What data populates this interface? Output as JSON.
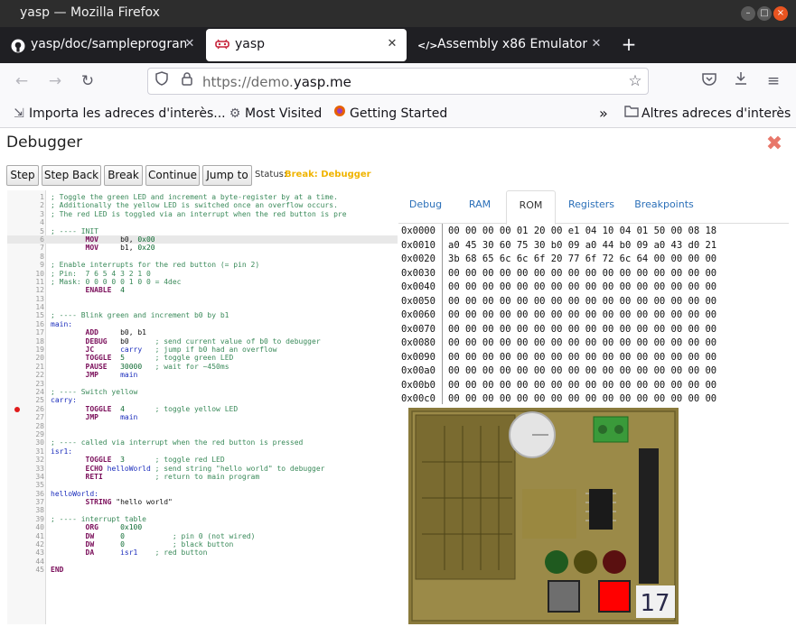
{
  "window": {
    "title": "yasp — Mozilla Firefox",
    "controls": [
      "–",
      "□",
      "×"
    ]
  },
  "tabs": [
    {
      "favicon": "github-icon",
      "label": "yasp/doc/sampleprograms",
      "active": false
    },
    {
      "favicon": "yasp-icon",
      "label": "yasp",
      "active": true
    },
    {
      "favicon": "code-icon",
      "label": "Assembly x86 Emulator",
      "active": false
    }
  ],
  "new_tab": "+",
  "url": {
    "prefix": "https://demo.",
    "domain": "yasp.me"
  },
  "bookmarks": [
    {
      "icon": "import-icon",
      "label": "Importa les adreces d'interès..."
    },
    {
      "icon": "gear-icon",
      "label": "Most Visited"
    },
    {
      "icon": "firefox-icon",
      "label": "Getting Started"
    }
  ],
  "bookmarks_right": {
    "overflow": "»",
    "folder": "Altres adreces d'interès"
  },
  "debugger": {
    "title": "Debugger",
    "buttons": [
      "Step",
      "Step Back",
      "Break",
      "Continue",
      "Jump to"
    ],
    "status_label": "Status:",
    "status_value": "Break: Debugger",
    "status_color": "#f0b400"
  },
  "code": {
    "highlight_line": 6,
    "breakpoint_lines": [
      26
    ],
    "lines": [
      [
        [
          "comment",
          "; Toggle the green LED and increment a byte-register by at a time."
        ]
      ],
      [
        [
          "comment",
          "; Additionally the yellow LED is switched once an overflow occurs."
        ]
      ],
      [
        [
          "comment",
          "; The red LED is toggled via an interrupt when the red button is pre"
        ]
      ],
      [],
      [
        [
          "comment",
          "; ---- INIT"
        ]
      ],
      [
        [
          "plain",
          "        "
        ],
        [
          "keyword",
          "MOV"
        ],
        [
          "plain",
          "     b0, "
        ],
        [
          "num",
          "0x00"
        ]
      ],
      [
        [
          "plain",
          "        "
        ],
        [
          "keyword",
          "MOV"
        ],
        [
          "plain",
          "     b1, "
        ],
        [
          "num",
          "0x20"
        ]
      ],
      [],
      [
        [
          "comment",
          "; Enable interrupts for the red button (= pin 2)"
        ]
      ],
      [
        [
          "comment",
          "; Pin:  7 6 5 4 3 2 1 0"
        ]
      ],
      [
        [
          "comment",
          "; Mask: 0 0 0 0 0 1 0 0 = 4dec"
        ]
      ],
      [
        [
          "plain",
          "        "
        ],
        [
          "keyword",
          "ENABLE"
        ],
        [
          "plain",
          "  "
        ],
        [
          "num",
          "4"
        ]
      ],
      [],
      [],
      [
        [
          "comment",
          "; ---- Blink green and increment b0 by b1"
        ]
      ],
      [
        [
          "label",
          "main:"
        ]
      ],
      [
        [
          "plain",
          "        "
        ],
        [
          "keyword",
          "ADD"
        ],
        [
          "plain",
          "     b0, b1"
        ]
      ],
      [
        [
          "plain",
          "        "
        ],
        [
          "keyword",
          "DEBUG"
        ],
        [
          "plain",
          "   b0      "
        ],
        [
          "comment",
          "; send current value of b0 to debugger"
        ]
      ],
      [
        [
          "plain",
          "        "
        ],
        [
          "keyword",
          "JC"
        ],
        [
          "plain",
          "      "
        ],
        [
          "label",
          "carry"
        ],
        [
          "plain",
          "   "
        ],
        [
          "comment",
          "; jump if b0 had an overflow"
        ]
      ],
      [
        [
          "plain",
          "        "
        ],
        [
          "keyword",
          "TOGGLE"
        ],
        [
          "plain",
          "  "
        ],
        [
          "num",
          "5"
        ],
        [
          "plain",
          "       "
        ],
        [
          "comment",
          "; toggle green LED"
        ]
      ],
      [
        [
          "plain",
          "        "
        ],
        [
          "keyword",
          "PAUSE"
        ],
        [
          "plain",
          "   "
        ],
        [
          "num",
          "30000"
        ],
        [
          "plain",
          "   "
        ],
        [
          "comment",
          "; wait for ~450ms"
        ]
      ],
      [
        [
          "plain",
          "        "
        ],
        [
          "keyword",
          "JMP"
        ],
        [
          "plain",
          "     "
        ],
        [
          "label",
          "main"
        ]
      ],
      [],
      [
        [
          "comment",
          "; ---- Switch yellow"
        ]
      ],
      [
        [
          "label",
          "carry:"
        ]
      ],
      [
        [
          "plain",
          "        "
        ],
        [
          "keyword",
          "TOGGLE"
        ],
        [
          "plain",
          "  "
        ],
        [
          "num",
          "4"
        ],
        [
          "plain",
          "       "
        ],
        [
          "comment",
          "; toggle yellow LED"
        ]
      ],
      [
        [
          "plain",
          "        "
        ],
        [
          "keyword",
          "JMP"
        ],
        [
          "plain",
          "     "
        ],
        [
          "label",
          "main"
        ]
      ],
      [],
      [],
      [
        [
          "comment",
          "; ---- called via interrupt when the red button is pressed"
        ]
      ],
      [
        [
          "label",
          "isr1:"
        ]
      ],
      [
        [
          "plain",
          "        "
        ],
        [
          "keyword",
          "TOGGLE"
        ],
        [
          "plain",
          "  "
        ],
        [
          "num",
          "3"
        ],
        [
          "plain",
          "       "
        ],
        [
          "comment",
          "; toggle red LED"
        ]
      ],
      [
        [
          "plain",
          "        "
        ],
        [
          "keyword",
          "ECHO"
        ],
        [
          "plain",
          " "
        ],
        [
          "label",
          "helloWorld"
        ],
        [
          "plain",
          " "
        ],
        [
          "comment",
          "; send string \"hello world\" to debugger"
        ]
      ],
      [
        [
          "plain",
          "        "
        ],
        [
          "keyword",
          "RETI"
        ],
        [
          "plain",
          "            "
        ],
        [
          "comment",
          "; return to main program"
        ]
      ],
      [],
      [
        [
          "label",
          "helloWorld:"
        ]
      ],
      [
        [
          "plain",
          "        "
        ],
        [
          "keyword",
          "STRING"
        ],
        [
          "plain",
          " \"hello world\""
        ]
      ],
      [],
      [
        [
          "comment",
          "; ---- interrupt table"
        ]
      ],
      [
        [
          "plain",
          "        "
        ],
        [
          "keyword",
          "ORG"
        ],
        [
          "plain",
          "     "
        ],
        [
          "num",
          "0x100"
        ]
      ],
      [
        [
          "plain",
          "        "
        ],
        [
          "keyword",
          "DW"
        ],
        [
          "plain",
          "      "
        ],
        [
          "num",
          "0"
        ],
        [
          "plain",
          "           "
        ],
        [
          "comment",
          "; pin 0 (not wired)"
        ]
      ],
      [
        [
          "plain",
          "        "
        ],
        [
          "keyword",
          "DW"
        ],
        [
          "plain",
          "      "
        ],
        [
          "num",
          "0"
        ],
        [
          "plain",
          "           "
        ],
        [
          "comment",
          "; black button"
        ]
      ],
      [
        [
          "plain",
          "        "
        ],
        [
          "keyword",
          "DA"
        ],
        [
          "plain",
          "      "
        ],
        [
          "label",
          "isr1"
        ],
        [
          "plain",
          "    "
        ],
        [
          "comment",
          "; red button"
        ]
      ],
      [],
      [
        [
          "keyword",
          "END"
        ]
      ]
    ]
  },
  "right_tabs": [
    {
      "label": "Debug",
      "active": false
    },
    {
      "label": "RAM",
      "active": false
    },
    {
      "label": "ROM",
      "active": true
    },
    {
      "label": "Registers",
      "active": false
    },
    {
      "label": "Breakpoints",
      "active": false
    }
  ],
  "rom": [
    {
      "addr": "0x0000",
      "bytes": "00 00 00 00 01 20 00 e1 04 10 04 01 50 00 08 18"
    },
    {
      "addr": "0x0010",
      "bytes": "a0 45 30 60 75 30 b0 09 a0 44 b0 09 a0 43 d0 21"
    },
    {
      "addr": "0x0020",
      "bytes": "3b 68 65 6c 6c 6f 20 77 6f 72 6c 64 00 00 00 00"
    },
    {
      "addr": "0x0030",
      "bytes": "00 00 00 00 00 00 00 00 00 00 00 00 00 00 00 00"
    },
    {
      "addr": "0x0040",
      "bytes": "00 00 00 00 00 00 00 00 00 00 00 00 00 00 00 00"
    },
    {
      "addr": "0x0050",
      "bytes": "00 00 00 00 00 00 00 00 00 00 00 00 00 00 00 00"
    },
    {
      "addr": "0x0060",
      "bytes": "00 00 00 00 00 00 00 00 00 00 00 00 00 00 00 00"
    },
    {
      "addr": "0x0070",
      "bytes": "00 00 00 00 00 00 00 00 00 00 00 00 00 00 00 00"
    },
    {
      "addr": "0x0080",
      "bytes": "00 00 00 00 00 00 00 00 00 00 00 00 00 00 00 00"
    },
    {
      "addr": "0x0090",
      "bytes": "00 00 00 00 00 00 00 00 00 00 00 00 00 00 00 00"
    },
    {
      "addr": "0x00a0",
      "bytes": "00 00 00 00 00 00 00 00 00 00 00 00 00 00 00 00"
    },
    {
      "addr": "0x00b0",
      "bytes": "00 00 00 00 00 00 00 00 00 00 00 00 00 00 00 00"
    },
    {
      "addr": "0x00c0",
      "bytes": "00 00 00 00 00 00 00 00 00 00 00 00 00 00 00 00"
    }
  ],
  "board": {
    "label": "17",
    "leds": [
      {
        "name": "green-led",
        "color": "#1f5a1f"
      },
      {
        "name": "yellow-led",
        "color": "#4f4a10"
      },
      {
        "name": "red-led",
        "color": "#5a1010"
      }
    ],
    "buttons": [
      {
        "name": "black-button",
        "color": "#6e6e6e"
      },
      {
        "name": "red-button",
        "color": "#ff0000"
      }
    ]
  }
}
